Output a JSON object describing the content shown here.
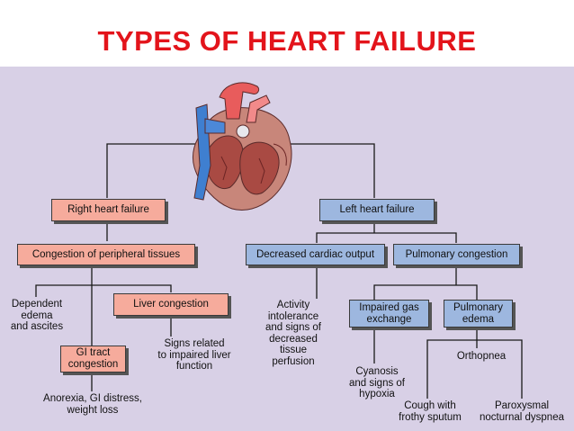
{
  "title": "TYPES OF HEART FAILURE",
  "colors": {
    "title": "#e3141b",
    "panel": "#d8d0e6",
    "right_box": "#f6ab9c",
    "left_box": "#9db7df",
    "line": "#1a1a1a"
  },
  "right": {
    "main": "Right heart failure",
    "congestion": "Congestion of peripheral tissues",
    "edema": [
      "Dependent",
      "edema",
      "and ascites"
    ],
    "liver": "Liver congestion",
    "liver_signs": [
      "Signs related",
      "to impaired liver",
      "function"
    ],
    "gi": [
      "GI tract",
      "congestion"
    ],
    "gi_effects": [
      "Anorexia, GI distress,",
      "weight loss"
    ]
  },
  "left": {
    "main": "Left heart failure",
    "output": "Decreased cardiac output",
    "pulmonary": "Pulmonary congestion",
    "activity": [
      "Activity",
      "intolerance",
      "and signs of",
      "decreased",
      "tissue",
      "perfusion"
    ],
    "gas": [
      "Impaired gas",
      "exchange"
    ],
    "edema": [
      "Pulmonary",
      "edema"
    ],
    "cyanosis": [
      "Cyanosis",
      "and signs of",
      "hypoxia"
    ],
    "orthopnea": "Orthopnea",
    "cough": [
      "Cough with",
      "frothy sputum"
    ],
    "pnd": [
      "Paroxysmal",
      "nocturnal dyspnea"
    ]
  }
}
